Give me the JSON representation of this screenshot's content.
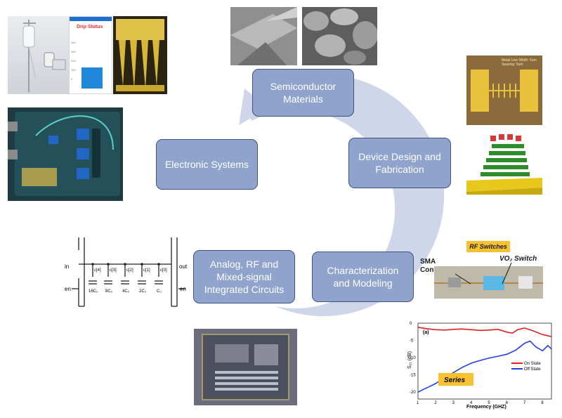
{
  "nodes": {
    "semiconductor": "Semiconductor\nMaterials",
    "device": "Device Design and\nFabrication",
    "characterization": "Characterization\nand Modeling",
    "analog": "Analog, RF and\nMixed-signal\nIntegrated Circuits",
    "electronic": "Electronic Systems"
  },
  "drip_panel": {
    "title": "Drip Status",
    "ticks": [
      "400",
      "300",
      "200",
      "100",
      "0"
    ]
  },
  "metal_line": {
    "caption": "Metal Line Width: 5um\nSpacing: 5um"
  },
  "circuit": {
    "in": "in",
    "out": "out",
    "en_left": "en",
    "en_right": "en",
    "bits": [
      "c[4]",
      "c[3]",
      "c[2]",
      "c[1]",
      "c[0]"
    ],
    "caps": [
      "16C₀",
      "8C₀",
      "4C₀",
      "2C₀",
      "C₀"
    ]
  },
  "rf_switch": {
    "badge": "RF Switches",
    "sma": "SMA\nConnector",
    "vo2": "VO₂ Switch"
  },
  "s21_plot": {
    "panel_label": "(a)",
    "ylabel": "S₂₁ (dB)",
    "xlabel": "Frequency (GHZ)",
    "legend_on": "On State",
    "legend_off": "Off State",
    "badge": "Series",
    "x_ticks": [
      "1",
      "2",
      "3",
      "4",
      "5",
      "6",
      "7",
      "8"
    ],
    "y_ticks": [
      "0",
      "-5",
      "-10",
      "-15",
      "-20"
    ]
  },
  "chart_data": {
    "type": "line",
    "xlabel": "Frequency (GHZ)",
    "ylabel": "S21 (dB)",
    "xlim": [
      1,
      8.5
    ],
    "ylim": [
      -22,
      0
    ],
    "grid": false,
    "legend": "right",
    "series": [
      {
        "name": "On State",
        "color": "#e02020",
        "x": [
          1,
          1.5,
          2,
          2.5,
          3,
          3.5,
          4,
          4.5,
          5,
          5.5,
          6,
          6.3,
          6.6,
          7,
          7.5,
          8,
          8.5
        ],
        "y": [
          -1.2,
          -1.6,
          -1.9,
          -2.0,
          -1.8,
          -1.7,
          -1.9,
          -2.1,
          -2.0,
          -1.8,
          -2.6,
          -2.9,
          -1.9,
          -1.4,
          -2.3,
          -3.3,
          -3.9
        ]
      },
      {
        "name": "Off State",
        "color": "#2040e0",
        "x": [
          1,
          1.3,
          1.6,
          2,
          2.5,
          3,
          3.5,
          4,
          4.5,
          5,
          5.5,
          6,
          6.5,
          7,
          7.3,
          7.6,
          8,
          8.3,
          8.5
        ],
        "y": [
          -20,
          -19.2,
          -18.5,
          -17.5,
          -15.8,
          -14.3,
          -12.8,
          -11.6,
          -10.8,
          -10.1,
          -9.6,
          -9.0,
          -7.8,
          -5.8,
          -5.2,
          -6.8,
          -8.0,
          -6.5,
          -7.5
        ]
      }
    ]
  }
}
